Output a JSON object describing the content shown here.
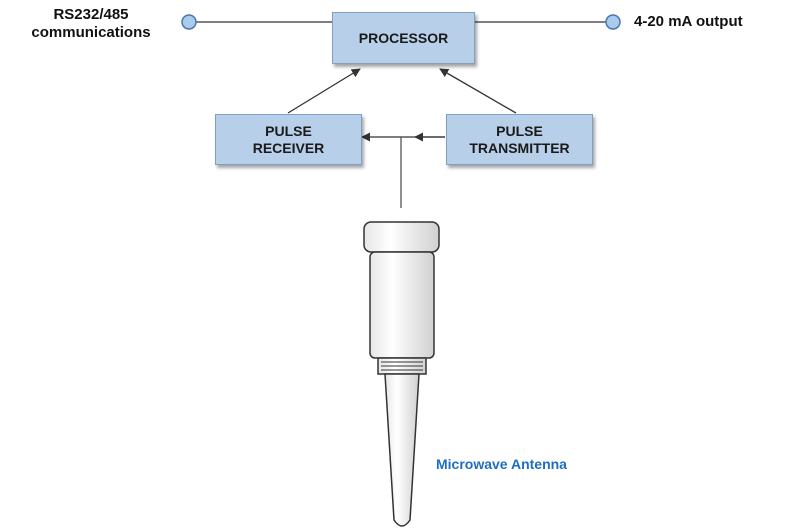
{
  "labels": {
    "left_io_line1": "RS232/485",
    "left_io_line2": "communications",
    "right_io": "4-20 mA output",
    "antenna": "Microwave Antenna"
  },
  "blocks": {
    "processor": "PROCESSOR",
    "receiver_line1": "PULSE",
    "receiver_line2": "RECEIVER",
    "transmitter_line1": "PULSE",
    "transmitter_line2": "TRANSMITTER"
  },
  "colors": {
    "box_fill": "#b8cfe9",
    "box_border": "#7f9fc3",
    "terminal": "#a9cbee",
    "accent_text": "#1f6fbf"
  }
}
